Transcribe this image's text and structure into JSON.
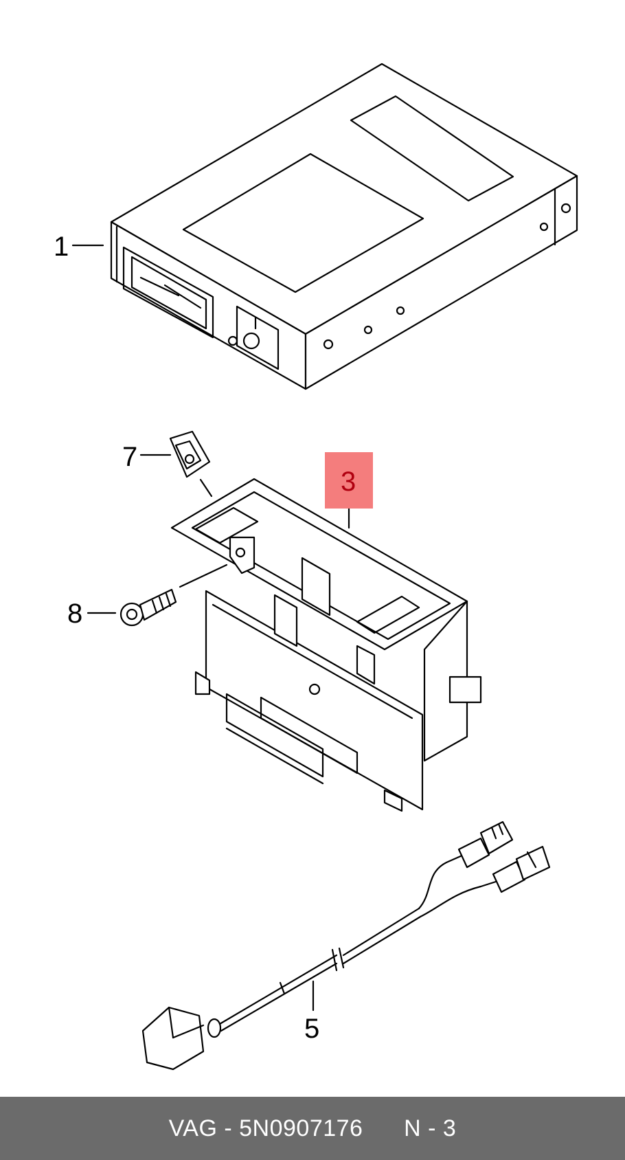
{
  "callouts": {
    "c1": "1",
    "c3": "3",
    "c5": "5",
    "c7": "7",
    "c8": "8"
  },
  "highlight_color": "#f47d7d",
  "footer": {
    "brand": "VAG",
    "part_number": "5N0907176",
    "reference": "N - 3",
    "background_color": "#6b6b6b"
  }
}
